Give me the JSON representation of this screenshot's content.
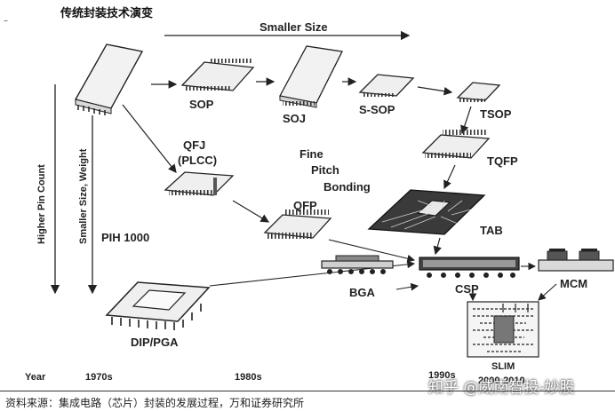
{
  "title": "传统封装技术演变",
  "corner_mark": "–",
  "labels": {
    "smaller_size": "Smaller Size",
    "sop": "SOP",
    "soj": "SOJ",
    "s_sop": "S-SOP",
    "tsop": "TSOP",
    "qfj": "QFJ",
    "plcc": "(PLCC)",
    "fine": "Fine",
    "pitch": "Pitch",
    "bonding": "Bonding",
    "tqfp": "TQFP",
    "qfp": "QFP",
    "tab": "TAB",
    "pih": "PIH 1000",
    "bga": "BGA",
    "csp": "CSP",
    "mcm": "MCM",
    "dip_pga": "DIP/PGA",
    "slim": "SLIM",
    "higher_pin_count": "Higher Pin Count",
    "smaller_size_weight": "Smaller Size, Weight"
  },
  "timeline": {
    "year": "Year",
    "d1970": "1970s",
    "d1980": "1980s",
    "d1990": "1990s",
    "d2000": "2000-2010"
  },
  "source": "资料来源：集成电路（芯片）封装的发展过程，万和证券研究所",
  "watermark": "知乎 @威南智投-妙股"
}
